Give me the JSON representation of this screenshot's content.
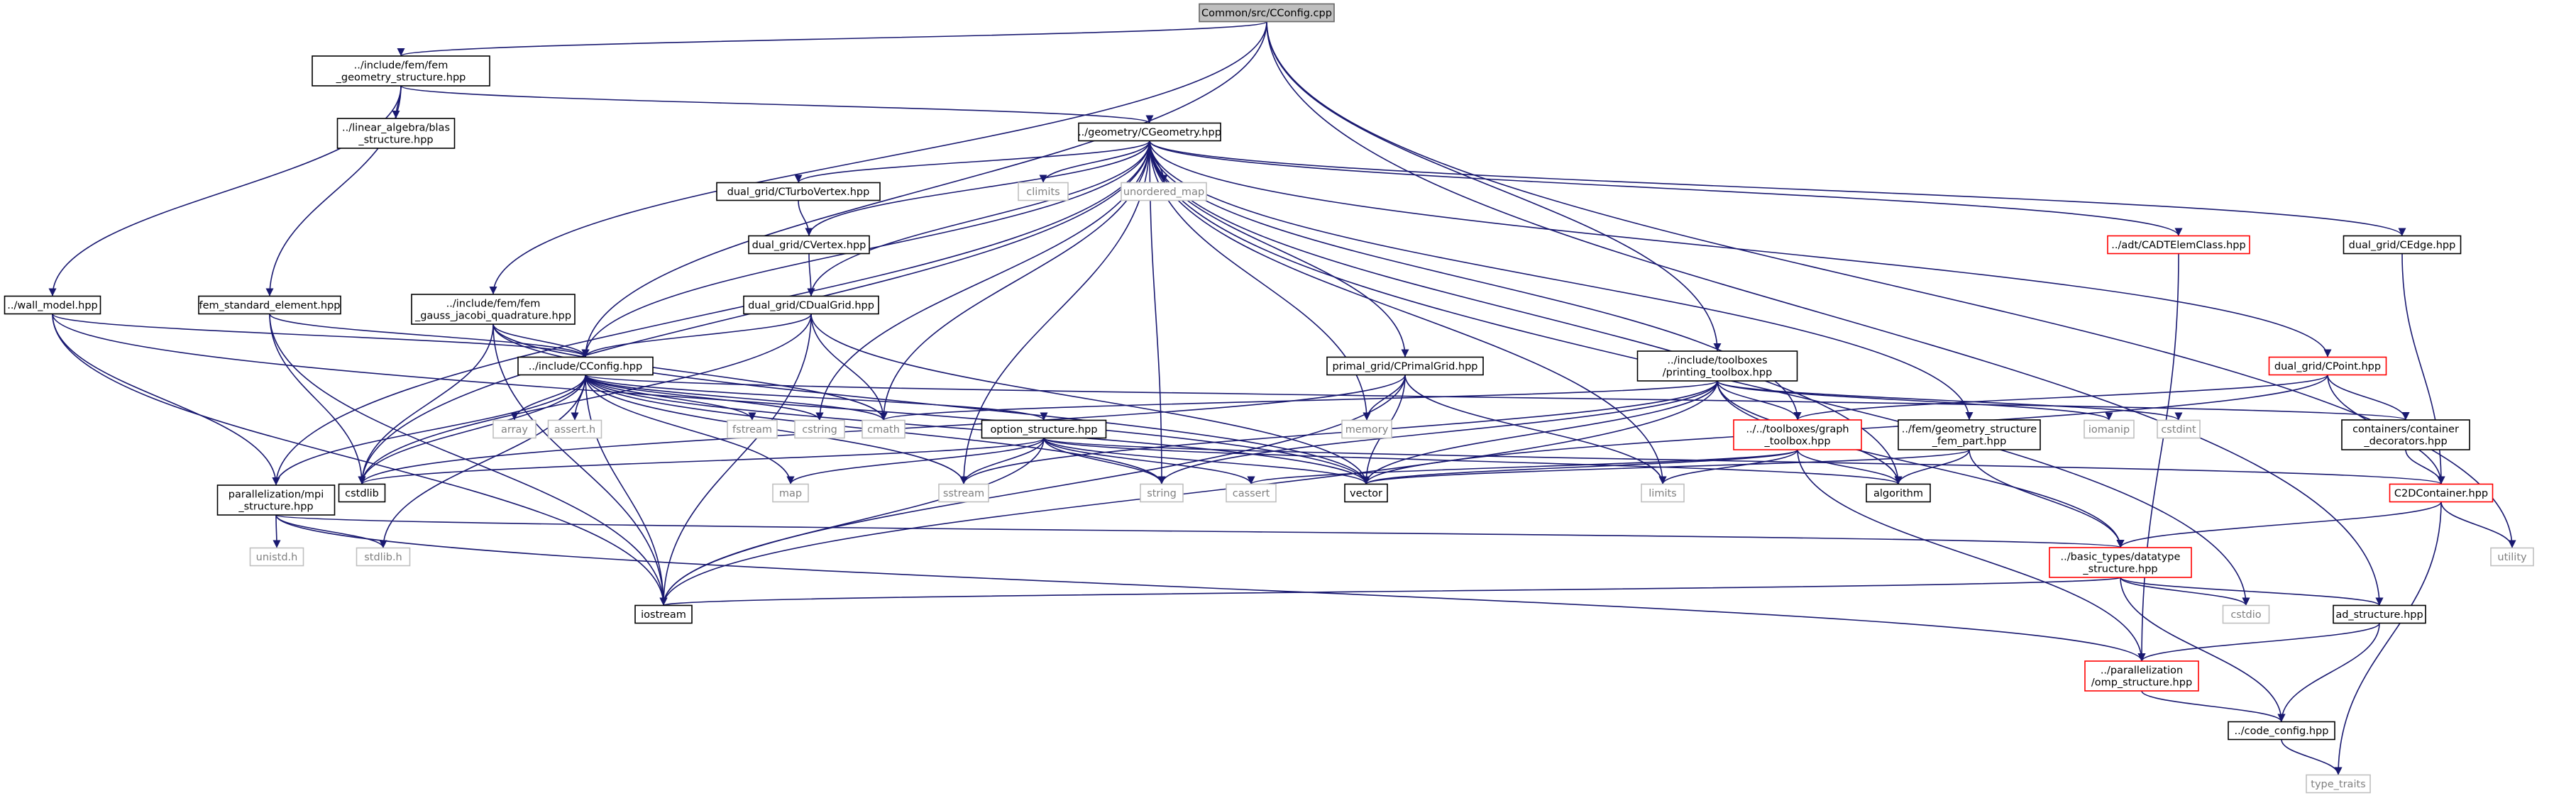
{
  "colors": {
    "edge": "#191970",
    "node_normal_border": "#000000",
    "node_truncated_border": "#ff0000",
    "node_system_border": "#bfbfbf",
    "node_root_fill": "#bfbfbf",
    "text_normal": "#000000",
    "text_system": "#808080"
  },
  "nodes": [
    {
      "id": "CConfig_cpp",
      "lines": [
        "Common/src/CConfig.cpp"
      ],
      "style": "root"
    },
    {
      "id": "fem_geometry_structure",
      "lines": [
        "../include/fem/fem",
        "_geometry_structure.hpp"
      ],
      "style": "normal"
    },
    {
      "id": "blas_structure",
      "lines": [
        "../linear_algebra/blas",
        "_structure.hpp"
      ],
      "style": "normal"
    },
    {
      "id": "CGeometry",
      "lines": [
        "../geometry/CGeometry.hpp"
      ],
      "style": "normal"
    },
    {
      "id": "wall_model",
      "lines": [
        "../wall_model.hpp"
      ],
      "style": "normal"
    },
    {
      "id": "fem_standard_element",
      "lines": [
        "fem_standard_element.hpp"
      ],
      "style": "normal"
    },
    {
      "id": "gauss_jacobi",
      "lines": [
        "../include/fem/fem",
        "_gauss_jacobi_quadrature.hpp"
      ],
      "style": "normal"
    },
    {
      "id": "climits",
      "lines": [
        "climits"
      ],
      "style": "system"
    },
    {
      "id": "unordered_map",
      "lines": [
        "unordered_map"
      ],
      "style": "system"
    },
    {
      "id": "CTurboVertex",
      "lines": [
        "dual_grid/CTurboVertex.hpp"
      ],
      "style": "normal"
    },
    {
      "id": "CVertex",
      "lines": [
        "dual_grid/CVertex.hpp"
      ],
      "style": "normal"
    },
    {
      "id": "CDualGrid",
      "lines": [
        "dual_grid/CDualGrid.hpp"
      ],
      "style": "normal"
    },
    {
      "id": "CADTElemClass",
      "lines": [
        "../adt/CADTElemClass.hpp"
      ],
      "style": "truncated"
    },
    {
      "id": "CEdge",
      "lines": [
        "dual_grid/CEdge.hpp"
      ],
      "style": "normal"
    },
    {
      "id": "CConfig_hpp",
      "lines": [
        "../include/CConfig.hpp"
      ],
      "style": "normal"
    },
    {
      "id": "CPrimalGrid",
      "lines": [
        "primal_grid/CPrimalGrid.hpp"
      ],
      "style": "normal"
    },
    {
      "id": "printing_toolbox",
      "lines": [
        "../include/toolboxes",
        "/printing_toolbox.hpp"
      ],
      "style": "normal"
    },
    {
      "id": "CPoint",
      "lines": [
        "dual_grid/CPoint.hpp"
      ],
      "style": "truncated"
    },
    {
      "id": "array",
      "lines": [
        "array"
      ],
      "style": "system"
    },
    {
      "id": "assert_h",
      "lines": [
        "assert.h"
      ],
      "style": "system"
    },
    {
      "id": "fstream",
      "lines": [
        "fstream"
      ],
      "style": "system"
    },
    {
      "id": "cstring",
      "lines": [
        "cstring"
      ],
      "style": "system"
    },
    {
      "id": "cmath",
      "lines": [
        "cmath"
      ],
      "style": "system"
    },
    {
      "id": "memory",
      "lines": [
        "memory"
      ],
      "style": "system"
    },
    {
      "id": "option_structure",
      "lines": [
        "option_structure.hpp"
      ],
      "style": "normal"
    },
    {
      "id": "graph_toolbox",
      "lines": [
        "../../toolboxes/graph",
        "_toolbox.hpp"
      ],
      "style": "truncated"
    },
    {
      "id": "geometry_structure_fem_part",
      "lines": [
        "../fem/geometry_structure",
        "_fem_part.hpp"
      ],
      "style": "normal"
    },
    {
      "id": "iomanip",
      "lines": [
        "iomanip"
      ],
      "style": "system"
    },
    {
      "id": "cstdint",
      "lines": [
        "cstdint"
      ],
      "style": "system"
    },
    {
      "id": "container_decorators",
      "lines": [
        "containers/container",
        "_decorators.hpp"
      ],
      "style": "normal"
    },
    {
      "id": "mpi_structure",
      "lines": [
        "parallelization/mpi",
        "_structure.hpp"
      ],
      "style": "normal"
    },
    {
      "id": "cstdlib",
      "lines": [
        "cstdlib"
      ],
      "style": "normal"
    },
    {
      "id": "map",
      "lines": [
        "map"
      ],
      "style": "system"
    },
    {
      "id": "sstream",
      "lines": [
        "sstream"
      ],
      "style": "system"
    },
    {
      "id": "string",
      "lines": [
        "string"
      ],
      "style": "system"
    },
    {
      "id": "cassert",
      "lines": [
        "cassert"
      ],
      "style": "system"
    },
    {
      "id": "vector",
      "lines": [
        "vector"
      ],
      "style": "normal"
    },
    {
      "id": "limits",
      "lines": [
        "limits"
      ],
      "style": "system"
    },
    {
      "id": "algorithm",
      "lines": [
        "algorithm"
      ],
      "style": "normal"
    },
    {
      "id": "C2DContainer",
      "lines": [
        "C2DContainer.hpp"
      ],
      "style": "truncated"
    },
    {
      "id": "utility",
      "lines": [
        "utility"
      ],
      "style": "system"
    },
    {
      "id": "unistd_h",
      "lines": [
        "unistd.h"
      ],
      "style": "system"
    },
    {
      "id": "stdlib_h",
      "lines": [
        "stdlib.h"
      ],
      "style": "system"
    },
    {
      "id": "datatype_structure",
      "lines": [
        "../basic_types/datatype",
        "_structure.hpp"
      ],
      "style": "truncated"
    },
    {
      "id": "iostream",
      "lines": [
        "iostream"
      ],
      "style": "normal"
    },
    {
      "id": "cstdio",
      "lines": [
        "cstdio"
      ],
      "style": "system"
    },
    {
      "id": "ad_structure",
      "lines": [
        "ad_structure.hpp"
      ],
      "style": "normal"
    },
    {
      "id": "omp_structure",
      "lines": [
        "../parallelization",
        "/omp_structure.hpp"
      ],
      "style": "truncated"
    },
    {
      "id": "code_config",
      "lines": [
        "../code_config.hpp"
      ],
      "style": "normal"
    },
    {
      "id": "type_traits",
      "lines": [
        "type_traits"
      ],
      "style": "system"
    }
  ]
}
